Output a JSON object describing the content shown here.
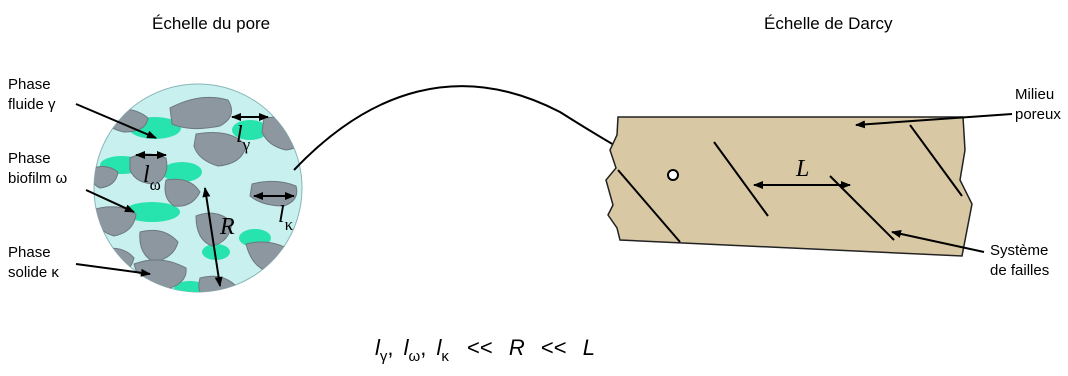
{
  "headings": {
    "pore_scale": "Échelle du pore",
    "darcy_scale": "Échelle de Darcy"
  },
  "left_labels": {
    "fluid_line1": "Phase",
    "fluid_line2": "fluide γ",
    "biofilm_line1": "Phase",
    "biofilm_line2": "biofilm ω",
    "solid_line1": "Phase",
    "solid_line2": "solide κ"
  },
  "pore_symbols": {
    "l_gamma_base": "l",
    "l_gamma_sub": "γ",
    "l_omega_base": "l",
    "l_omega_sub": "ω",
    "l_kappa_base": "l",
    "l_kappa_sub": "κ",
    "R": "R"
  },
  "right_labels": {
    "medium_line1": "Milieu",
    "medium_line2": "poreux",
    "faults_line1": "Système",
    "faults_line2": "de failles",
    "L": "L"
  },
  "relation": {
    "l1": "l",
    "s1": "γ",
    "c1": ",",
    "l2": "l",
    "s2": "ω",
    "c2": ",",
    "l3": "l",
    "s3": "κ",
    "op1": "<<",
    "R": "R",
    "op2": "<<",
    "L": "L"
  },
  "colors": {
    "fluid": "#c8f0ee",
    "biofilm": "#27e3ae",
    "solid": "#8c97a0",
    "solid_stroke": "#6e7880",
    "medium": "#d8c8a4",
    "line": "#000000"
  }
}
